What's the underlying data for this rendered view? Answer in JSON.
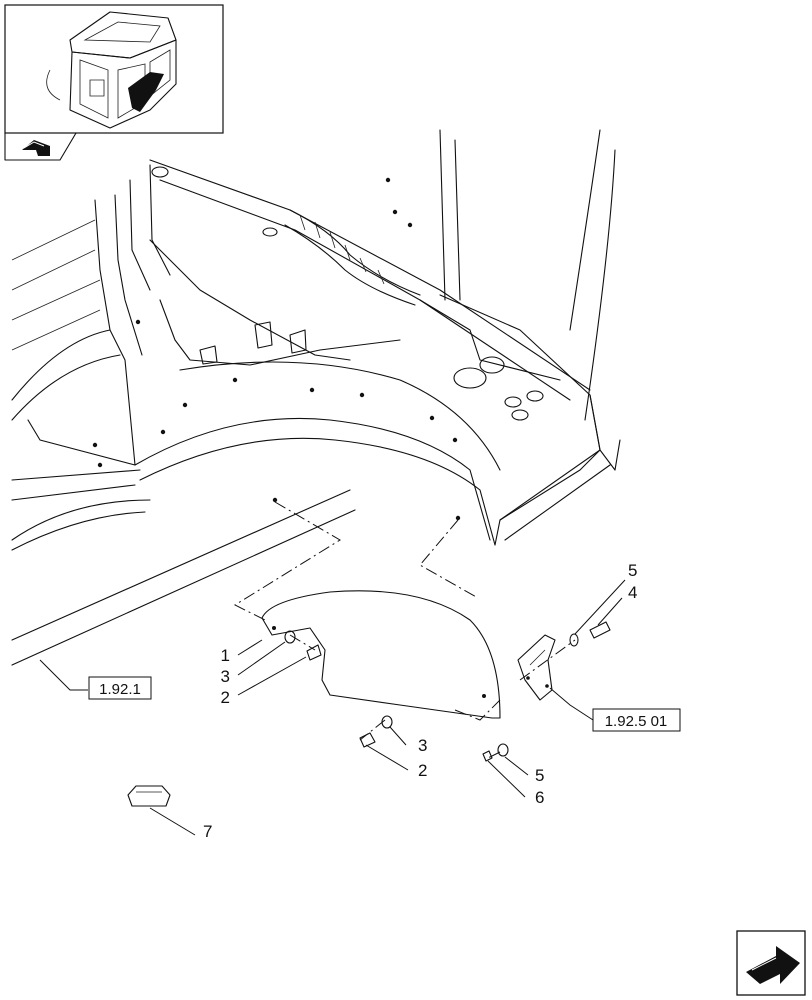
{
  "callouts": {
    "part_1": "1",
    "part_2_left": "2",
    "part_2_bottom": "2",
    "part_3_left": "3",
    "part_3_bottom": "3",
    "part_4": "4",
    "part_5_top": "5",
    "part_5_bottom": "5",
    "part_6": "6",
    "part_7": "7"
  },
  "references": {
    "ref_left": "1.92.1",
    "ref_right": "1.92.5 01"
  },
  "icons": {
    "thumbnail": "cab-thumbnail-icon",
    "view_direction": "view-direction-icon",
    "next_page": "next-page-arrow-icon"
  }
}
